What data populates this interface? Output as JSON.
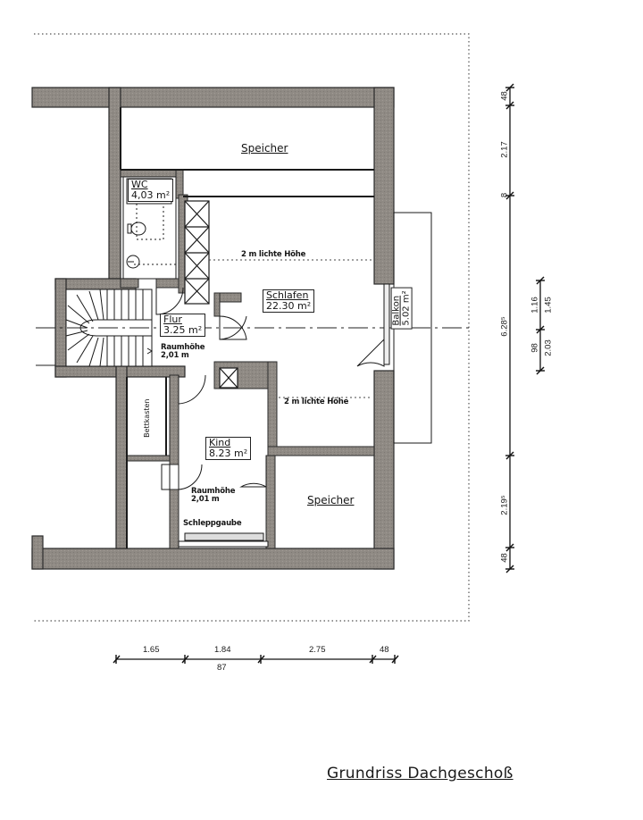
{
  "title": "Grundriss Dachgeschoß",
  "rooms": {
    "speicher_top": {
      "name": "Speicher"
    },
    "wc": {
      "name": "WC",
      "area": "4,03 m²"
    },
    "schlafen": {
      "name": "Schlafen",
      "area": "22.30 m²"
    },
    "flur": {
      "name": "Flur",
      "area": "3.25 m²"
    },
    "kind": {
      "name": "Kind",
      "area": "8.23 m²"
    },
    "speicher_bottom": {
      "name": "Speicher"
    },
    "balkon": {
      "name": "Balkon",
      "area": "5.02 m²"
    }
  },
  "notes": {
    "lichte_hoehe_1": "2 m lichte Höhe",
    "lichte_hoehe_2": "2 m lichte Höhe",
    "raumhoehe_flur_label": "Raumhöhe",
    "raumhoehe_flur_value": "2,01 m",
    "raumhoehe_kind_label": "Raumhöhe",
    "raumhoehe_kind_value": "2,01 m",
    "bettkasten": "Bettkasten",
    "schleppgaube": "Schleppgaube"
  },
  "dimensions": {
    "horizontal": [
      "1.65",
      "1.84",
      "2.75",
      "48"
    ],
    "horizontal_sub": "87",
    "vertical_outer": [
      "48",
      "2.17",
      "8",
      "6.28⁵",
      "2.19⁵",
      "48"
    ],
    "vertical_inner": [
      "1.16",
      "1.45",
      "98",
      "2.03"
    ]
  },
  "colors": {
    "wall": "#8f8a84",
    "wall_edge": "#2a2a2a",
    "line": "#222222",
    "background": "#ffffff"
  }
}
